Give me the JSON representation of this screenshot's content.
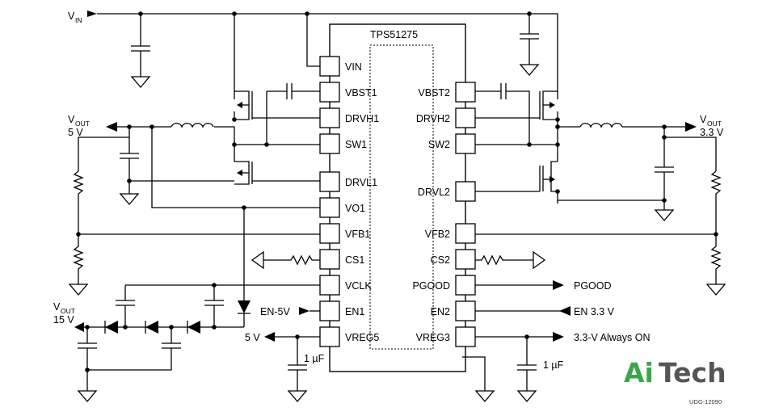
{
  "ic": {
    "part": "TPS51275",
    "left_pins": [
      "VIN",
      "VBST1",
      "DRVH1",
      "SW1",
      "DRVL1",
      "VO1",
      "VFB1",
      "CS1",
      "VCLK",
      "EN1",
      "VREG5"
    ],
    "right_pins": [
      "VBST2",
      "DRVH2",
      "SW2",
      "DRVL2",
      "VFB2",
      "CS2",
      "PGOOD",
      "EN2",
      "VREG3"
    ]
  },
  "nets": {
    "vin": "V",
    "vin_sub": "IN",
    "vout_main": "V",
    "vout_sub": "OUT",
    "vout1_value": "5 V",
    "vout2_value": "3.3 V",
    "vout3_value": "15 V",
    "en_5v": "EN-5V",
    "pgood": "PGOOD",
    "en_33v": "EN 3.3 V",
    "always_on": "3.3-V Always ON",
    "vreg5_out": "5 V",
    "cap_vreg5": "1 µF",
    "cap_vreg3": "1 µF"
  },
  "brand": {
    "logo_a": "Ai",
    "logo_b": "Tech",
    "color_a": "#3aa54a",
    "color_b": "#555555"
  },
  "doc_id": "UDG-12090"
}
